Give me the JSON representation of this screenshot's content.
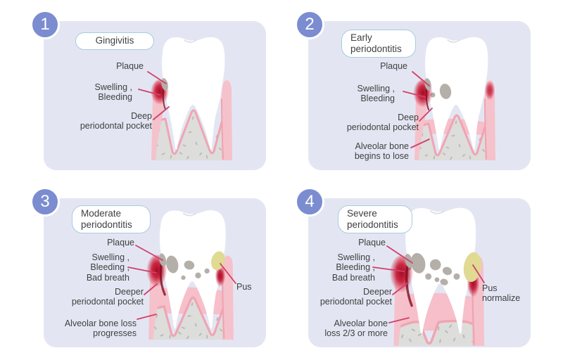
{
  "panels": [
    {
      "number": "1",
      "title": "Gingivitis",
      "labels": {
        "plaque": "Plaque",
        "swelling": "Swelling ,\nBleeding",
        "pocket": "Deep\nperiodontal pocket"
      }
    },
    {
      "number": "2",
      "title": "Early\nperiodontitis",
      "labels": {
        "plaque": "Plaque",
        "swelling": "Swelling ,\nBleeding",
        "pocket": "Deep\nperiodontal pocket",
        "bone": "Alveolar bone\nbegins to lose"
      }
    },
    {
      "number": "3",
      "title": "Moderate\nperiodontitis",
      "labels": {
        "plaque": "Plaque",
        "swelling": "Swelling ,\nBleeding ,\nBad breath",
        "pocket": "Deeper\nperiodontal pocket",
        "bone": "Alveolar bone loss\nprogresses",
        "pus": "Pus"
      }
    },
    {
      "number": "4",
      "title": "Severe\nperiodontitis",
      "labels": {
        "plaque": "Plaque",
        "swelling": "Swelling ,\nBleeding ,\nBad breath",
        "pocket": "Deeper\nperiodontal pocket",
        "bone": "Alveolar bone\nloss 2/3 or more",
        "pus": "Pus\nnormalize"
      }
    }
  ],
  "colors": {
    "panel_bg": "#e3e6f2",
    "number_circle": "#7b8cd0",
    "bubble_border": "#a9cbdc",
    "arrow": "#cf416b",
    "text": "#404040",
    "gum_pink": "#f5c2cb",
    "bone_gray": "#dddddb",
    "inflammation_red": "#c81f3b",
    "pus_yellow": "#e0da92"
  }
}
